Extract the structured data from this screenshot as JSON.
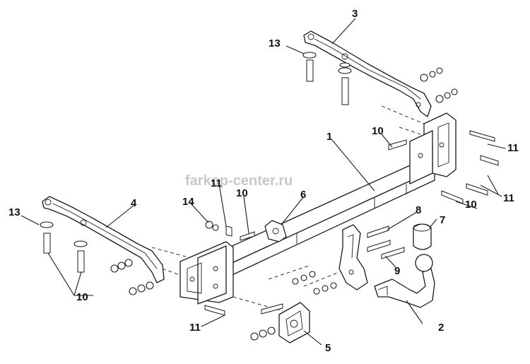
{
  "watermark": "farkop-center.ru",
  "callouts": {
    "c1": "1",
    "c2": "2",
    "c3": "3",
    "c4": "4",
    "c5": "5",
    "c6": "6",
    "c7": "7",
    "c8": "8",
    "c9": "9",
    "c10_top": "10",
    "c10_mid": "10",
    "c10_right": "10",
    "c10_left": "10",
    "c11_top_right": "11",
    "c11_right": "11",
    "c11_mid": "11",
    "c11_bottom": "11",
    "c13_top": "13",
    "c13_left": "13",
    "c14": "14"
  }
}
